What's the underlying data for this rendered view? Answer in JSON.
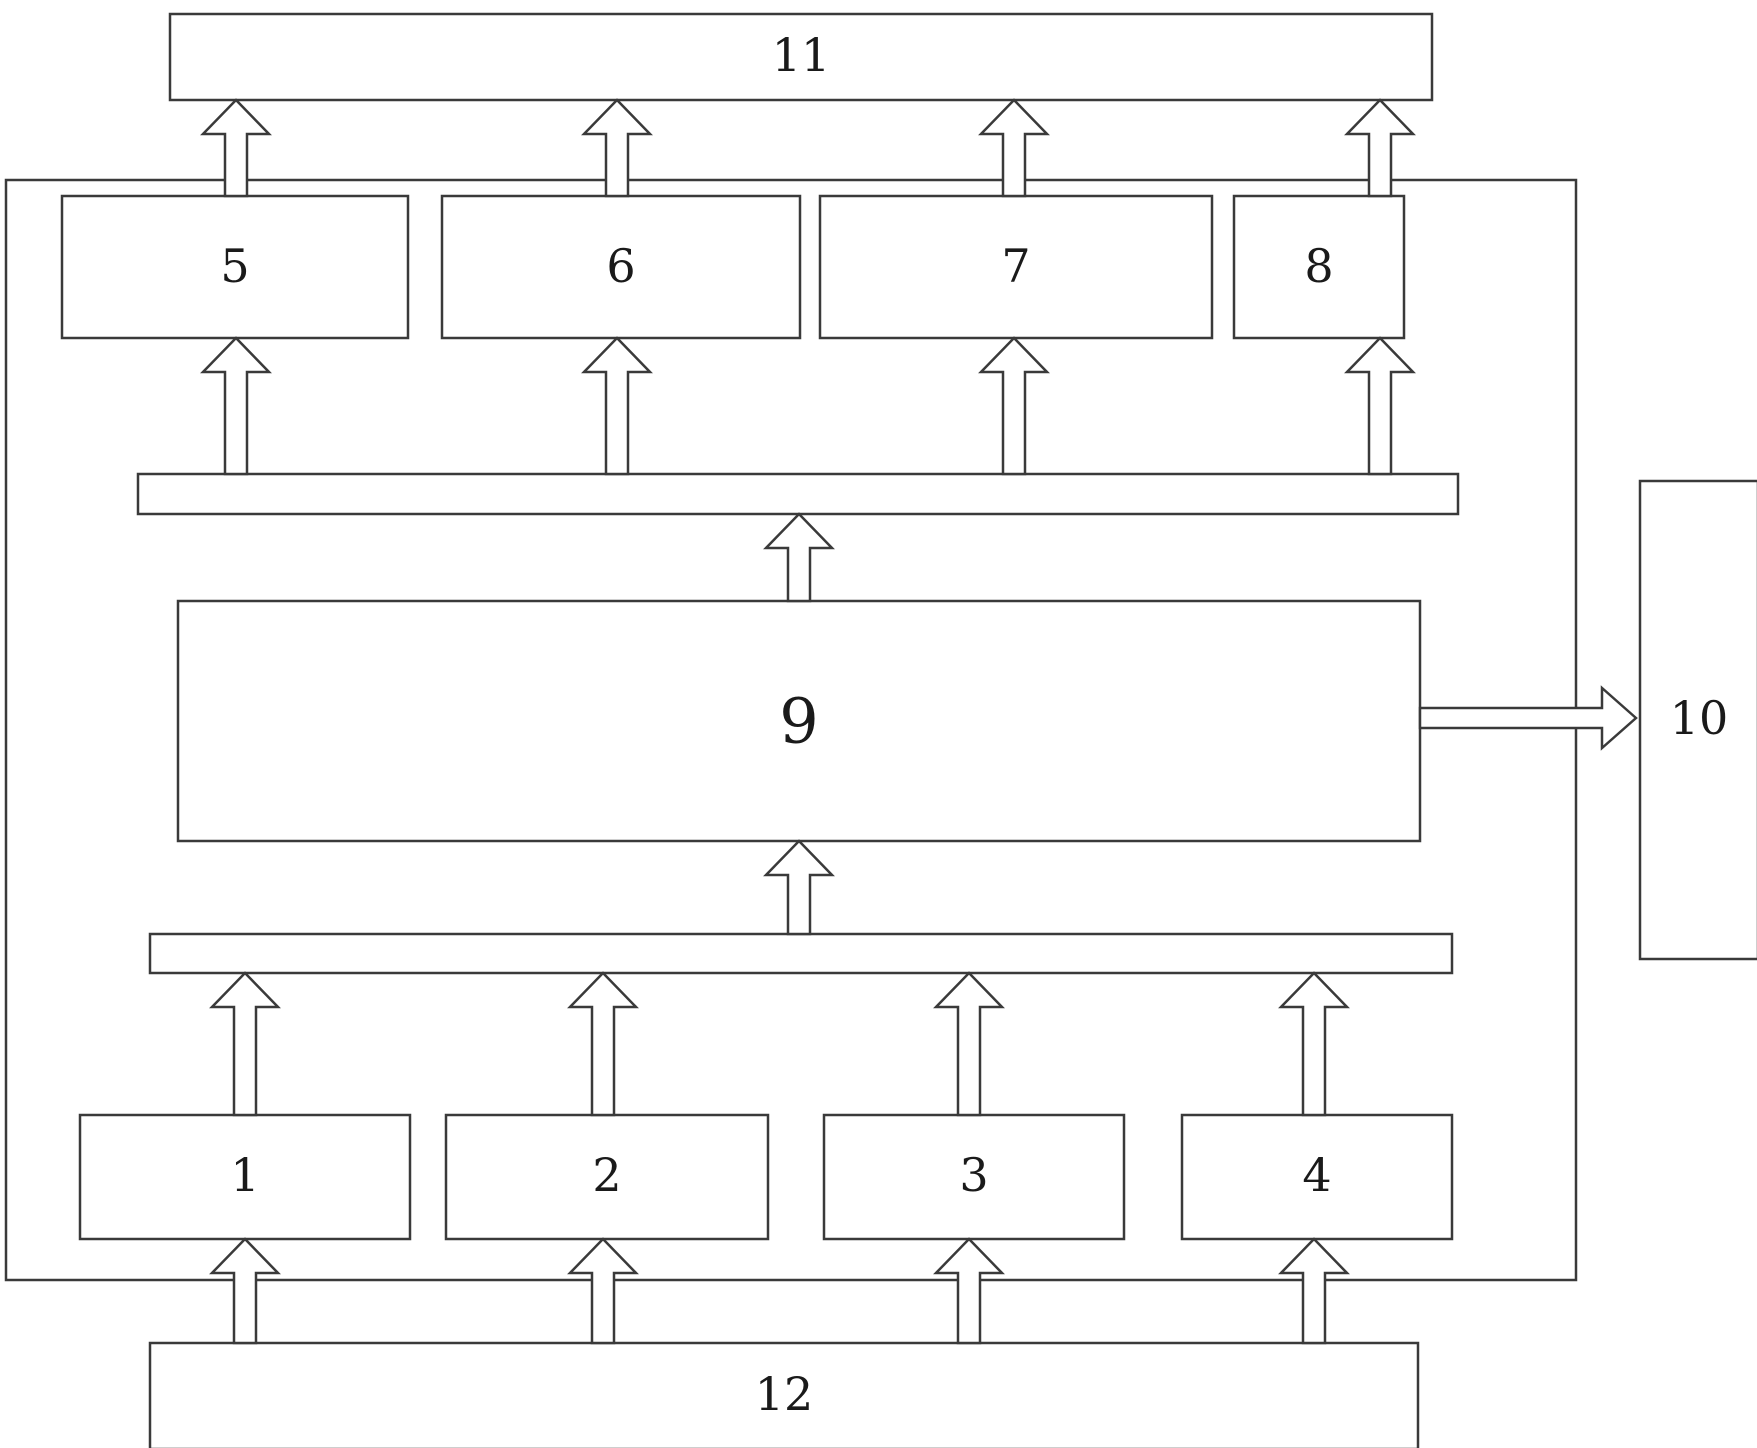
{
  "diagram": {
    "blocks": {
      "b1": "1",
      "b2": "2",
      "b3": "3",
      "b4": "4",
      "b5": "5",
      "b6": "6",
      "b7": "7",
      "b8": "8",
      "b9": "9",
      "b10": "10",
      "b11": "11",
      "b12": "12"
    },
    "edges": [
      [
        "12",
        "1"
      ],
      [
        "12",
        "2"
      ],
      [
        "12",
        "3"
      ],
      [
        "12",
        "4"
      ],
      [
        "1",
        "lower-bus"
      ],
      [
        "2",
        "lower-bus"
      ],
      [
        "3",
        "lower-bus"
      ],
      [
        "4",
        "lower-bus"
      ],
      [
        "lower-bus",
        "9"
      ],
      [
        "9",
        "upper-bus"
      ],
      [
        "9",
        "10"
      ],
      [
        "upper-bus",
        "5"
      ],
      [
        "upper-bus",
        "6"
      ],
      [
        "upper-bus",
        "7"
      ],
      [
        "upper-bus",
        "8"
      ],
      [
        "5",
        "11"
      ],
      [
        "6",
        "11"
      ],
      [
        "7",
        "11"
      ],
      [
        "8",
        "11"
      ]
    ]
  }
}
